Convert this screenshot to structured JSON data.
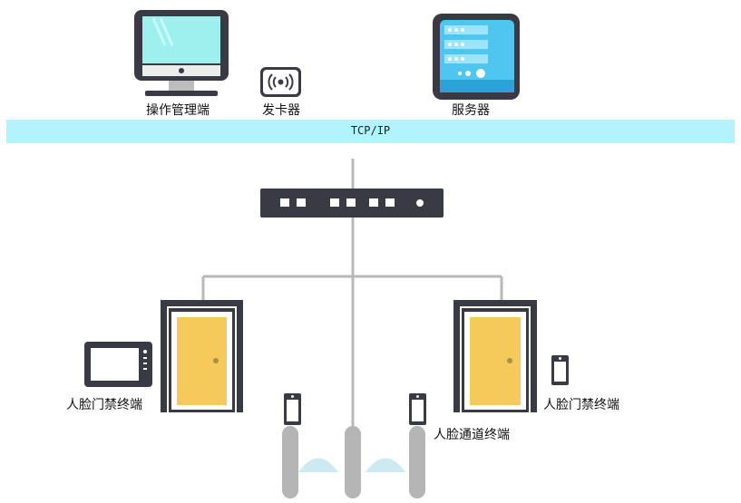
{
  "network": {
    "bus_label": "TCP/IP"
  },
  "nodes": {
    "operator": {
      "label": "操作管理端",
      "icon": "monitor-icon"
    },
    "card_issuer": {
      "label": "发卡器",
      "icon": "card-reader-icon"
    },
    "server": {
      "label": "服务器",
      "icon": "server-icon"
    },
    "switch": {
      "icon": "network-switch-icon"
    },
    "face_door_left": {
      "label": "人脸门禁终端",
      "icon": "door-icon"
    },
    "face_door_right": {
      "label": "人脸门禁终端",
      "icon": "door-icon"
    },
    "face_channel": {
      "label": "人脸通道终端",
      "icon": "turnstile-icon"
    }
  },
  "colors": {
    "bus": "#b3f3fd",
    "dark": "#3a3a44",
    "door": "#f5c95a",
    "line": "#b8b8b8",
    "screen": "#9ef0ef",
    "server": "#4ec6f0"
  }
}
